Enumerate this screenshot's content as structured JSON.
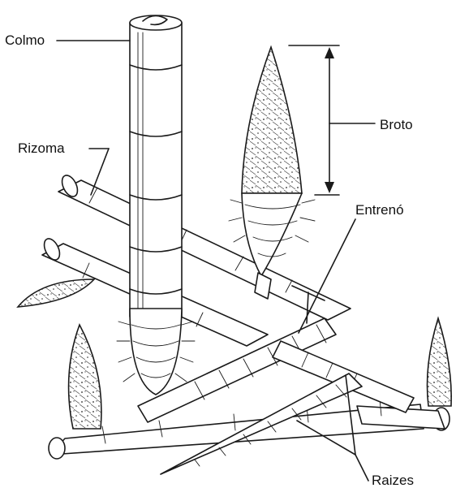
{
  "labels": {
    "colmo": "Colmo",
    "rizoma": "Rizoma",
    "broto": "Broto",
    "entreno": "Entrenó",
    "raizes": "Raizes"
  },
  "colors": {
    "ink": "#1a1a1a",
    "background": "#ffffff"
  }
}
